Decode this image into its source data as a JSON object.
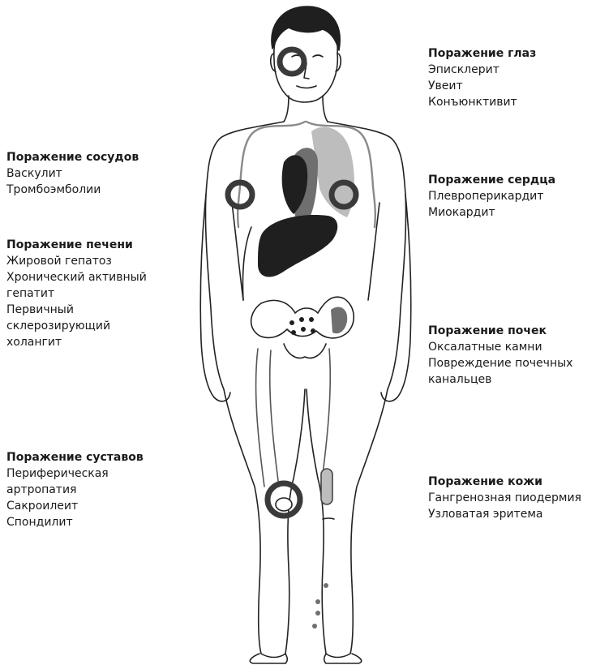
{
  "groups": {
    "eyes": {
      "title": "Поражение глаз",
      "items": [
        "Эписклерит",
        "Увеит",
        "Конъюнктивит"
      ]
    },
    "vessels": {
      "title": "Поражение сосудов",
      "items": [
        "Васкулит",
        "Тромбоэмболии"
      ]
    },
    "heart": {
      "title": "Поражение сердца",
      "items": [
        "Плевроперикардит",
        "Миокардит"
      ]
    },
    "liver": {
      "title": "Поражение печени",
      "items": [
        "Жировой гепатоз",
        "Хронический активный",
        "гепатит",
        "Первичный",
        "склерозирующий",
        "холангит"
      ]
    },
    "kidneys": {
      "title": "Поражение почек",
      "items": [
        "Оксалатные камни",
        "Повреждение почечных",
        "канальцев"
      ]
    },
    "joints": {
      "title": "Поражение суставов",
      "items": [
        "Периферическая",
        "артропатия",
        "Сакроилеит",
        "Спондилит"
      ]
    },
    "skin": {
      "title": "Поражение кожи",
      "items": [
        "Гангренозная пиодермия",
        "Узловатая эритема"
      ]
    }
  },
  "colors": {
    "outline": "#222222",
    "organ_dark": "#1f1f1f",
    "organ_mid": "#6f6f6f",
    "organ_light": "#bdbdbd",
    "marker_ring": "#3a3a3a"
  }
}
